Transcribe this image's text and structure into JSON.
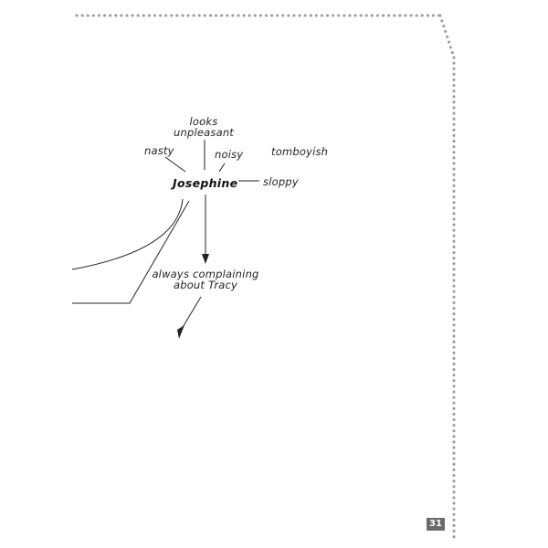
{
  "diagram": {
    "center": "Josephine",
    "attributes": {
      "looks_unpleasant": [
        "looks",
        "unpleasant"
      ],
      "nasty": "nasty",
      "noisy": "noisy",
      "tomboyish": "tomboyish",
      "sloppy": "sloppy"
    },
    "consequence": [
      "always complaining",
      "about Tracy"
    ]
  },
  "page_number": "31",
  "colors": {
    "ink": "#222222",
    "border_dots": "#9a9a9a",
    "page_tab": "#6b6b6b"
  }
}
